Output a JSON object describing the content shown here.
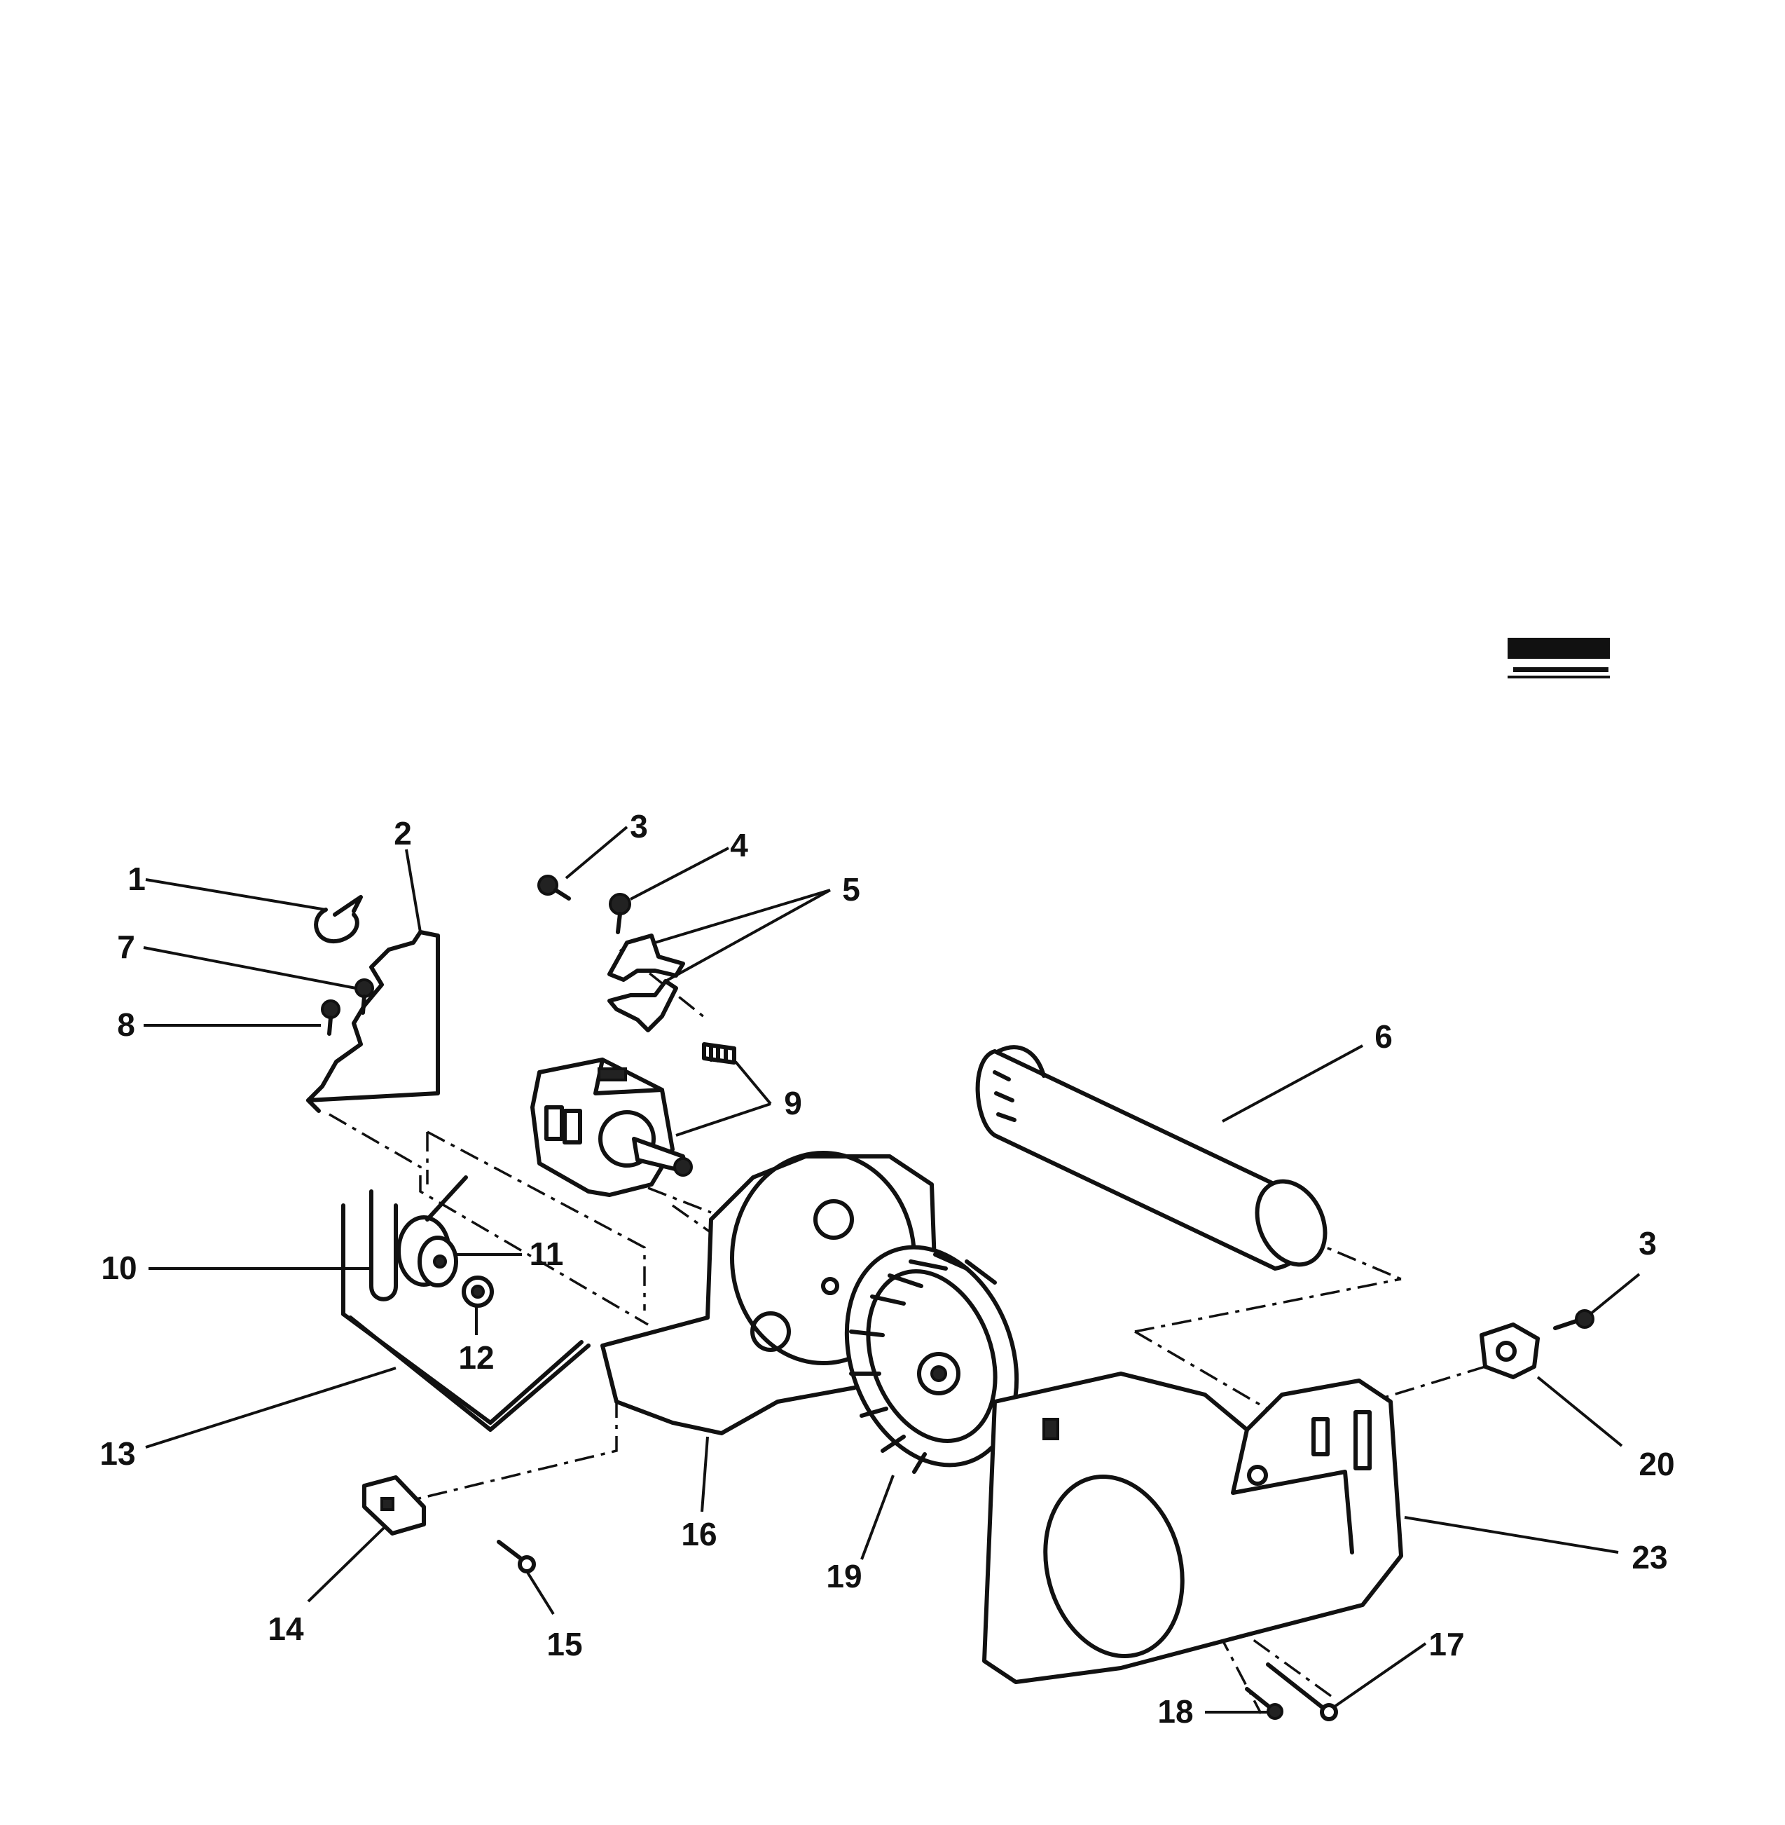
{
  "diagram": {
    "logo_text": "",
    "callouts": [
      {
        "id": "c1",
        "label": "1"
      },
      {
        "id": "c2",
        "label": "2"
      },
      {
        "id": "c3a",
        "label": "3"
      },
      {
        "id": "c4",
        "label": "4"
      },
      {
        "id": "c5",
        "label": "5"
      },
      {
        "id": "c7",
        "label": "7"
      },
      {
        "id": "c8",
        "label": "8"
      },
      {
        "id": "c6",
        "label": "6"
      },
      {
        "id": "c9",
        "label": "9"
      },
      {
        "id": "c3b",
        "label": "3"
      },
      {
        "id": "c10",
        "label": "10"
      },
      {
        "id": "c11",
        "label": "11"
      },
      {
        "id": "c12",
        "label": "12"
      },
      {
        "id": "c13",
        "label": "13"
      },
      {
        "id": "c16",
        "label": "16"
      },
      {
        "id": "c20",
        "label": "20"
      },
      {
        "id": "c19",
        "label": "19"
      },
      {
        "id": "c23",
        "label": "23"
      },
      {
        "id": "c14",
        "label": "14"
      },
      {
        "id": "c15",
        "label": "15"
      },
      {
        "id": "c17",
        "label": "17"
      },
      {
        "id": "c18",
        "label": "18"
      }
    ]
  }
}
